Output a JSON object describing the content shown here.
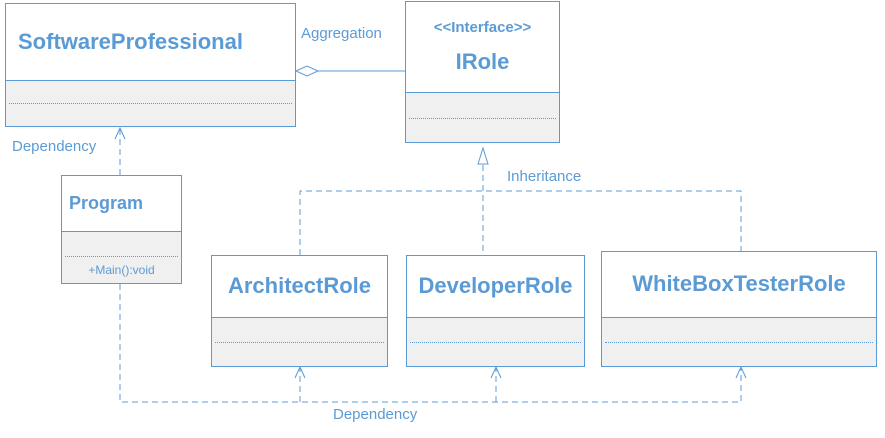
{
  "classes": {
    "software_professional": {
      "name": "SoftwareProfessional"
    },
    "irole": {
      "stereotype": "<<Interface>>",
      "name": "IRole"
    },
    "program": {
      "name": "Program",
      "operation": "+Main():void"
    },
    "architect_role": {
      "name": "ArchitectRole"
    },
    "developer_role": {
      "name": "DeveloperRole"
    },
    "whitebox_tester_role": {
      "name": "WhiteBoxTesterRole"
    }
  },
  "relations": {
    "aggregation": "Aggregation",
    "inheritance": "Inheritance",
    "dependency_program": "Dependency",
    "dependency_roles": "Dependency"
  },
  "colors": {
    "line": "#5b9bd5",
    "compartment_fill": "#f0f0f0",
    "background": "#ffffff"
  }
}
